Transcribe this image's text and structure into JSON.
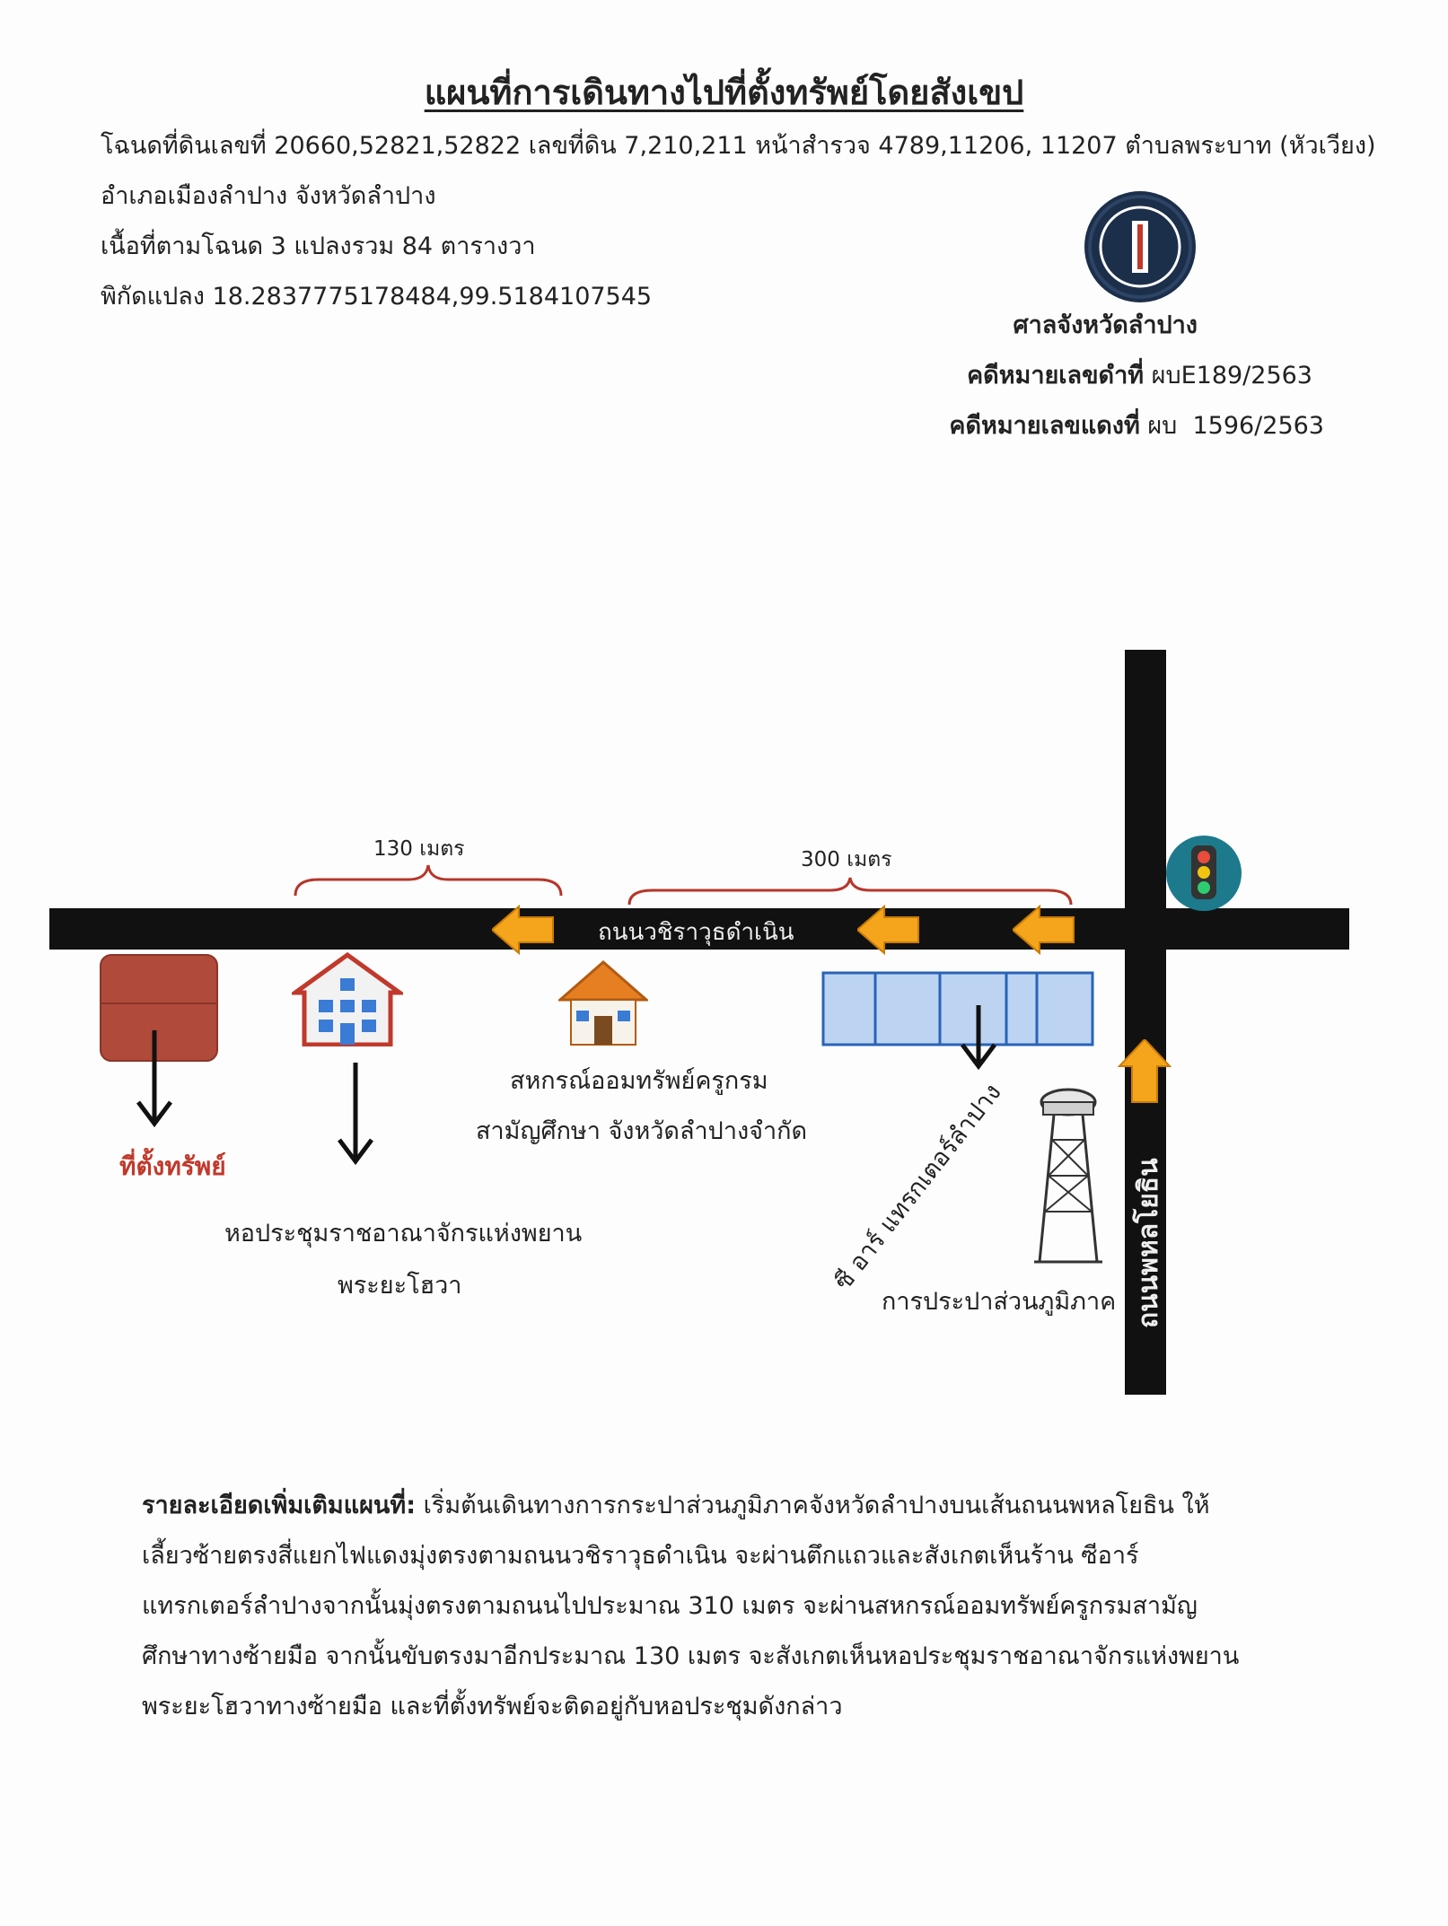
{
  "header": {
    "title": "แผนที่การเดินทางไปที่ตั้งทรัพย์โดยสังเขป",
    "line1": "โฉนดที่ดินเลขที่ 20660,52821,52822 เลขที่ดิน 7,210,211 หน้าสำรวจ 4789,11206, 11207 ตำบลพระบาท (หัวเวียง)",
    "line2": "อำเภอเมืองลำปาง จังหวัดลำปาง",
    "line3": "เนื้อที่ตามโฉนด 3 แปลงรวม 84 ตารางวา",
    "line4": "พิกัดแปลง 18.2837775178484,99.5184107545"
  },
  "court": {
    "name": "ศาลจังหวัดลำปาง",
    "black_case_label": "คดีหมายเลขดำที่",
    "black_case_value": "ผบE189/2563",
    "red_case_label": "คดีหมายเลขแดงที่",
    "red_case_value": "ผบ  1596/2563"
  },
  "map": {
    "road_horizontal": "ถนนวชิราวุธดำเนิน",
    "road_vertical": "ถนนพหลโยธิน",
    "distance_1": "130 เมตร",
    "distance_2": "300 เมตร",
    "property_label": "ที่ตั้งทรัพย์",
    "hall_label_1": "หอประชุมราชอาณาจักรแห่งพยาน",
    "hall_label_2": "พระยะโฮวา",
    "coop_label_1": "สหกรณ์ออมทรัพย์ครูกรม",
    "coop_label_2": "สามัญศึกษา จังหวัดลำปางจำกัด",
    "shop_label": "ซี อาร์ แทรกเตอร์ลำปาง",
    "water_label": "การประปาส่วนภูมิภาค",
    "colors": {
      "road": "#111111",
      "arrow": "#f4a51c",
      "property": "#b04a3a",
      "shophouse": "#bcd4f2",
      "bracket": "#b5372a"
    }
  },
  "description": {
    "heading": "รายละเอียดเพิ่มเติมแผนที่:",
    "body": " เริ่มต้นเดินทางการกระปาส่วนภูมิภาคจังหวัดลำปางบนเส้นถนนพหลโยธิน ให้เลี้ยวซ้ายตรงสี่แยกไฟแดงมุ่งตรงตามถนนวชิราวุธดำเนิน จะผ่านตึกแถวและสังเกตเห็นร้าน ซีอาร์แทรกเตอร์ลำปางจากนั้นมุ่งตรงตามถนนไปประมาณ 310 เมตร จะผ่านสหกรณ์ออมทรัพย์ครูกรมสามัญศึกษาทางซ้ายมือ จากนั้นขับตรงมาอีกประมาณ 130 เมตร จะสังเกตเห็นหอประชุมราชอาณาจักรแห่งพยานพระยะโฮวาทางซ้ายมือ และที่ตั้งทรัพย์จะติดอยู่กับหอประชุมดังกล่าว"
  }
}
